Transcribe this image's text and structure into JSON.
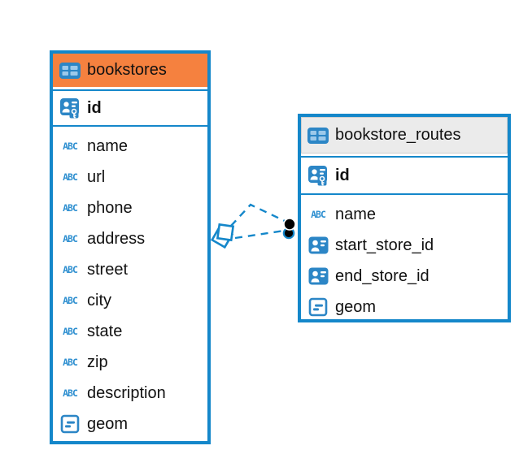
{
  "diagram": {
    "tables": [
      {
        "name": "bookstores",
        "header_bg": "#F5813F",
        "primary_key": {
          "name": "id"
        },
        "columns": [
          {
            "name": "name",
            "type": "text"
          },
          {
            "name": "url",
            "type": "text"
          },
          {
            "name": "phone",
            "type": "text"
          },
          {
            "name": "address",
            "type": "text"
          },
          {
            "name": "street",
            "type": "text"
          },
          {
            "name": "city",
            "type": "text"
          },
          {
            "name": "state",
            "type": "text"
          },
          {
            "name": "zip",
            "type": "text"
          },
          {
            "name": "description",
            "type": "text"
          },
          {
            "name": "geom",
            "type": "geometry"
          }
        ]
      },
      {
        "name": "bookstore_routes",
        "header_bg": "#EBEBEB",
        "primary_key": {
          "name": "id"
        },
        "columns": [
          {
            "name": "name",
            "type": "text"
          },
          {
            "name": "start_store_id",
            "type": "reference"
          },
          {
            "name": "end_store_id",
            "type": "reference"
          },
          {
            "name": "geom",
            "type": "geometry"
          }
        ]
      }
    ],
    "relationships": [
      {
        "parent": "bookstores",
        "child": "bookstore_routes",
        "line_style": "dashed",
        "parent_marker": "diamond",
        "child_marker": "dot"
      },
      {
        "parent": "bookstores",
        "child": "bookstore_routes",
        "line_style": "dashed",
        "parent_marker": "diamond",
        "child_marker": "dot"
      }
    ],
    "colors": {
      "accent_blue": "#1487CA",
      "icon_blue": "#2C86C6",
      "icon_light_blue": "#9CC9EA",
      "orange_header": "#F5813F",
      "gray_header": "#EBEBEB",
      "connector_dot": "#000000"
    }
  }
}
